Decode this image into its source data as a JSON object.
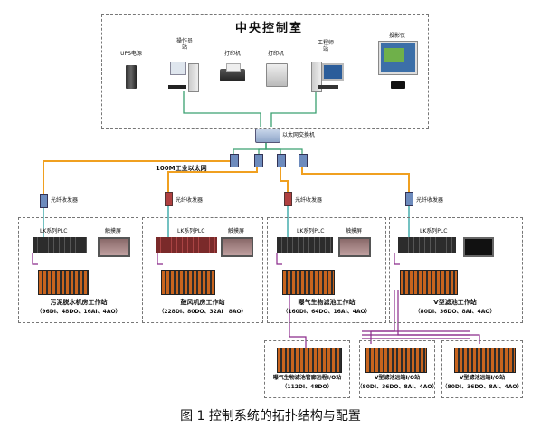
{
  "control_room": {
    "title": "中央控制室",
    "devices": [
      {
        "label": "UPS电源",
        "icon": "ups-icon"
      },
      {
        "label": "操作员\n站",
        "icon": "workstation-icon"
      },
      {
        "label": "打印机",
        "icon": "printer-icon"
      },
      {
        "label": "打印机",
        "icon": "printer-icon"
      },
      {
        "label": "工程师\n站",
        "icon": "workstation-icon"
      },
      {
        "label": "投影仪",
        "icon": "projector-icon"
      }
    ]
  },
  "network": {
    "switch_label": "以太网交换机",
    "ethernet_label": "100M工业以太网"
  },
  "transceivers": [
    "光纤收发器",
    "光纤收发器",
    "光纤收发器",
    "光纤收发器"
  ],
  "stations": [
    {
      "plc_label": "LK系列PLC",
      "hmi_label": "触摸屏",
      "name": "污泥脱水机房工作站",
      "io": "（96DI、48DO、16AI、4AO）"
    },
    {
      "plc_label": "LK系列PLC",
      "hmi_label": "触摸屏",
      "name": "鼓风机房工作站",
      "io": "（228DI、80DO、32AI　8AO）"
    },
    {
      "plc_label": "LK系列PLC",
      "hmi_label": "触摸屏",
      "name": "曝气生物滤池工作站",
      "io": "（160DI、64DO、16AI、4AO）"
    },
    {
      "plc_label": "LK系列PLC",
      "hmi_label": "",
      "name": "V型滤池工作站",
      "io": "（80DI、36DO、8AI、4AO）"
    }
  ],
  "remote_io": [
    {
      "name": "曝气生物滤池管廊远程I/O站",
      "io": "（112DI、48DO）"
    },
    {
      "name": "V型滤池远端I/O站",
      "io": "（80DI、36DO、8AI、4AO）"
    },
    {
      "name": "V型滤池远端I/O站",
      "io": "（80DI、36DO、8AI、4AO）"
    }
  ],
  "caption": "图 1  控制系统的拓扑结构与配置",
  "colors": {
    "ethernet": "#f0a020",
    "fiber": "#2aa0a0",
    "serial": "#8b2a8b",
    "plc_rack": "#2c2c2c",
    "plc_module": "#c8641e"
  }
}
